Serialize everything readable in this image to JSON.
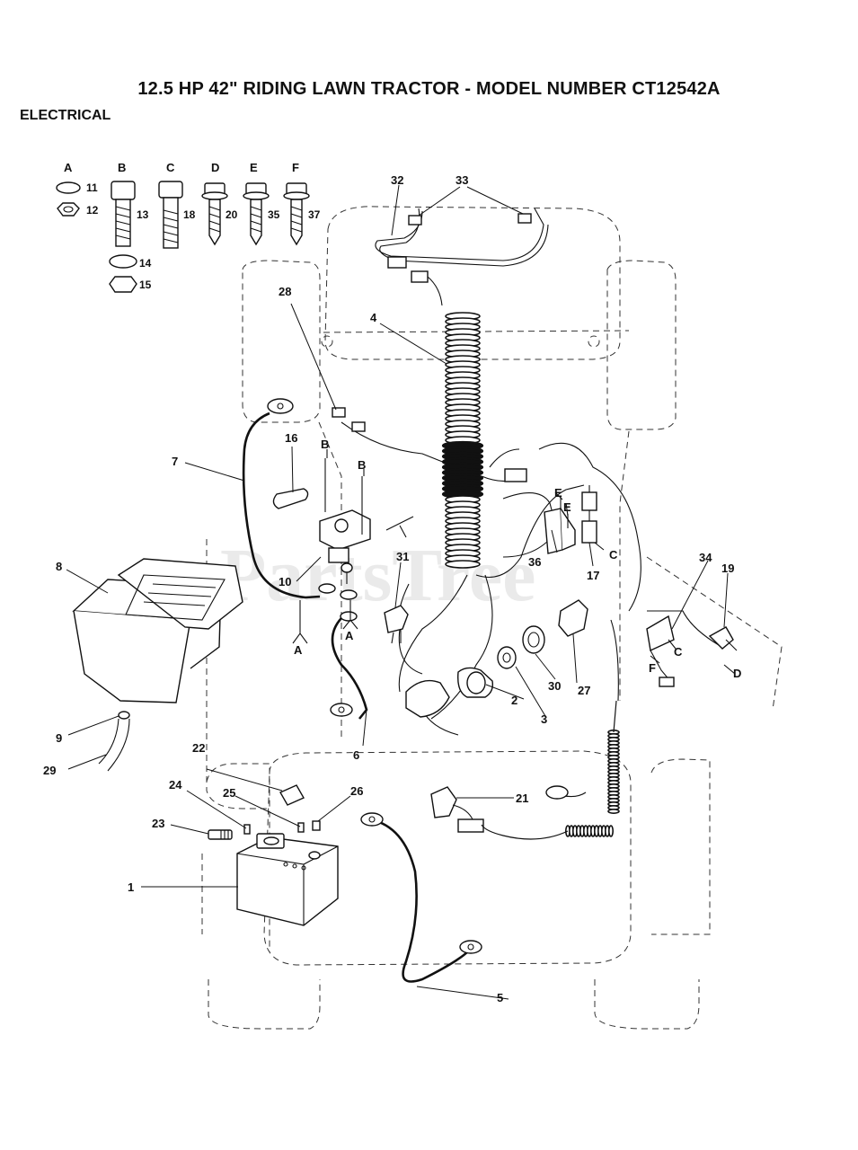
{
  "header": {
    "title": "12.5 HP 42\" RIDING LAWN TRACTOR - MODEL NUMBER CT12542A",
    "section": "ELECTRICAL"
  },
  "watermark": "PartsTree",
  "hardware_columns": [
    {
      "letter": "A",
      "parts": [
        "11",
        "12"
      ]
    },
    {
      "letter": "B",
      "parts": [
        "13",
        "14",
        "15"
      ]
    },
    {
      "letter": "C",
      "parts": [
        "18"
      ]
    },
    {
      "letter": "D",
      "parts": [
        "20"
      ]
    },
    {
      "letter": "E",
      "parts": [
        "35"
      ]
    },
    {
      "letter": "F",
      "parts": [
        "37"
      ]
    }
  ],
  "callouts": {
    "p1": "1",
    "p2": "2",
    "p3": "3",
    "p4": "4",
    "p5": "5",
    "p6": "6",
    "p7": "7",
    "p8": "8",
    "p9": "9",
    "p10": "10",
    "p16": "16",
    "p17": "17",
    "p19": "19",
    "p21": "21",
    "p22": "22",
    "p23": "23",
    "p24": "24",
    "p25": "25",
    "p26": "26",
    "p27": "27",
    "p28": "28",
    "p29": "29",
    "p30": "30",
    "p31": "31",
    "p32": "32",
    "p33": "33",
    "p34": "34",
    "p36": "36"
  },
  "fastener_refs": {
    "a1": "A",
    "a2": "A",
    "b1": "B",
    "b2": "B",
    "c1": "C",
    "c2": "C",
    "d1": "D",
    "e1": "E",
    "e2": "E",
    "f1": "F"
  }
}
